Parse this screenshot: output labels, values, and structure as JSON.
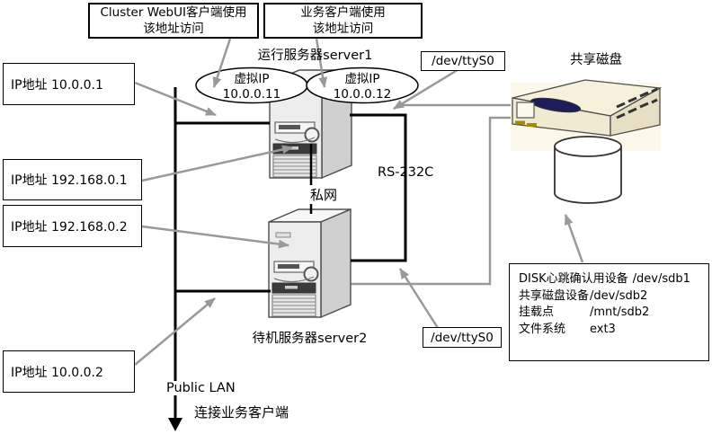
{
  "diagram": {
    "callouts": {
      "cluster_webui": {
        "line1": "Cluster WebUI客户端使用",
        "line2": "该地址访问"
      },
      "business_client": {
        "line1": "业务客户端使用",
        "line2": "该地址访问"
      }
    },
    "servers": {
      "server1_label": "运行服务器server1",
      "server2_label": "待机服务器server2"
    },
    "virtual_ips": [
      {
        "title": "虚拟IP",
        "address": "10.0.0.11"
      },
      {
        "title": "虚拟IP",
        "address": "10.0.0.12"
      }
    ],
    "ip_boxes": [
      {
        "label": "IP地址 10.0.0.1"
      },
      {
        "label": "IP地址 192.168.0.1"
      },
      {
        "label": "IP地址 192.168.0.2"
      },
      {
        "label": "IP地址 10.0.0.2"
      }
    ],
    "serial_devices": {
      "tty_top": "/dev/ttyS0",
      "tty_bottom": "/dev/ttyS0"
    },
    "shared_disk_label": "共享磁盘",
    "rs232c_label": "RS-232C",
    "private_net_label": "私网",
    "public_lan_label": "Public LAN",
    "connect_clients_label": "连接业务客户端",
    "disk_info": {
      "rows": [
        {
          "label": "DISK心跳确认用设备",
          "value": "/dev/sdb1"
        },
        {
          "label": "共享磁盘设备",
          "value": "/dev/sdb2"
        },
        {
          "label": "挂载点",
          "value": "/mnt/sdb2"
        },
        {
          "label": "文件系统",
          "value": "ext3"
        }
      ]
    },
    "colors": {
      "connector_gray": "#999999",
      "line_black": "#000000",
      "disk_body_cream": "#f2ebd3",
      "disk_backdrop": "#fcf9ea",
      "disk_top_navy": "#1d1d5a",
      "disk_led_olive": "#a68b00",
      "server_gray": "#ededed"
    }
  }
}
